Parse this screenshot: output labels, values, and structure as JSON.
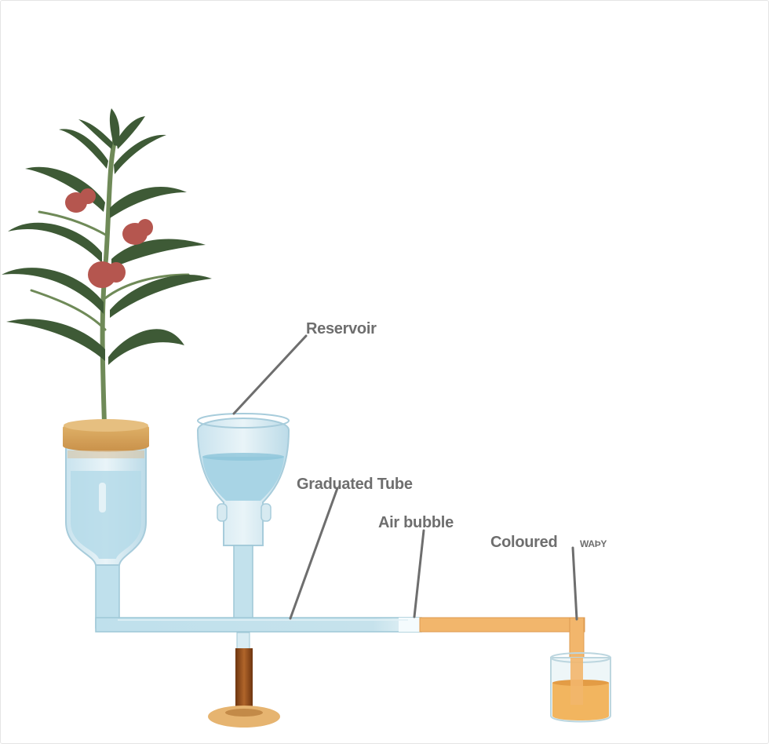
{
  "labels": {
    "reservoir": "Reservoir",
    "graduated_tube": "Graduated Tube",
    "air_bubble": "Air bubble",
    "coloured_water_a": "Coloured",
    "coloured_water_b": "WAÞY"
  },
  "colors": {
    "water": "#b8dcea",
    "coloured_water": "#f2b66c",
    "leaf": "#3e5a36",
    "flower": "#b5564f",
    "cork": "#d8a45c",
    "stand": "#8a4a1c",
    "label_text": "#6e6e6e"
  }
}
